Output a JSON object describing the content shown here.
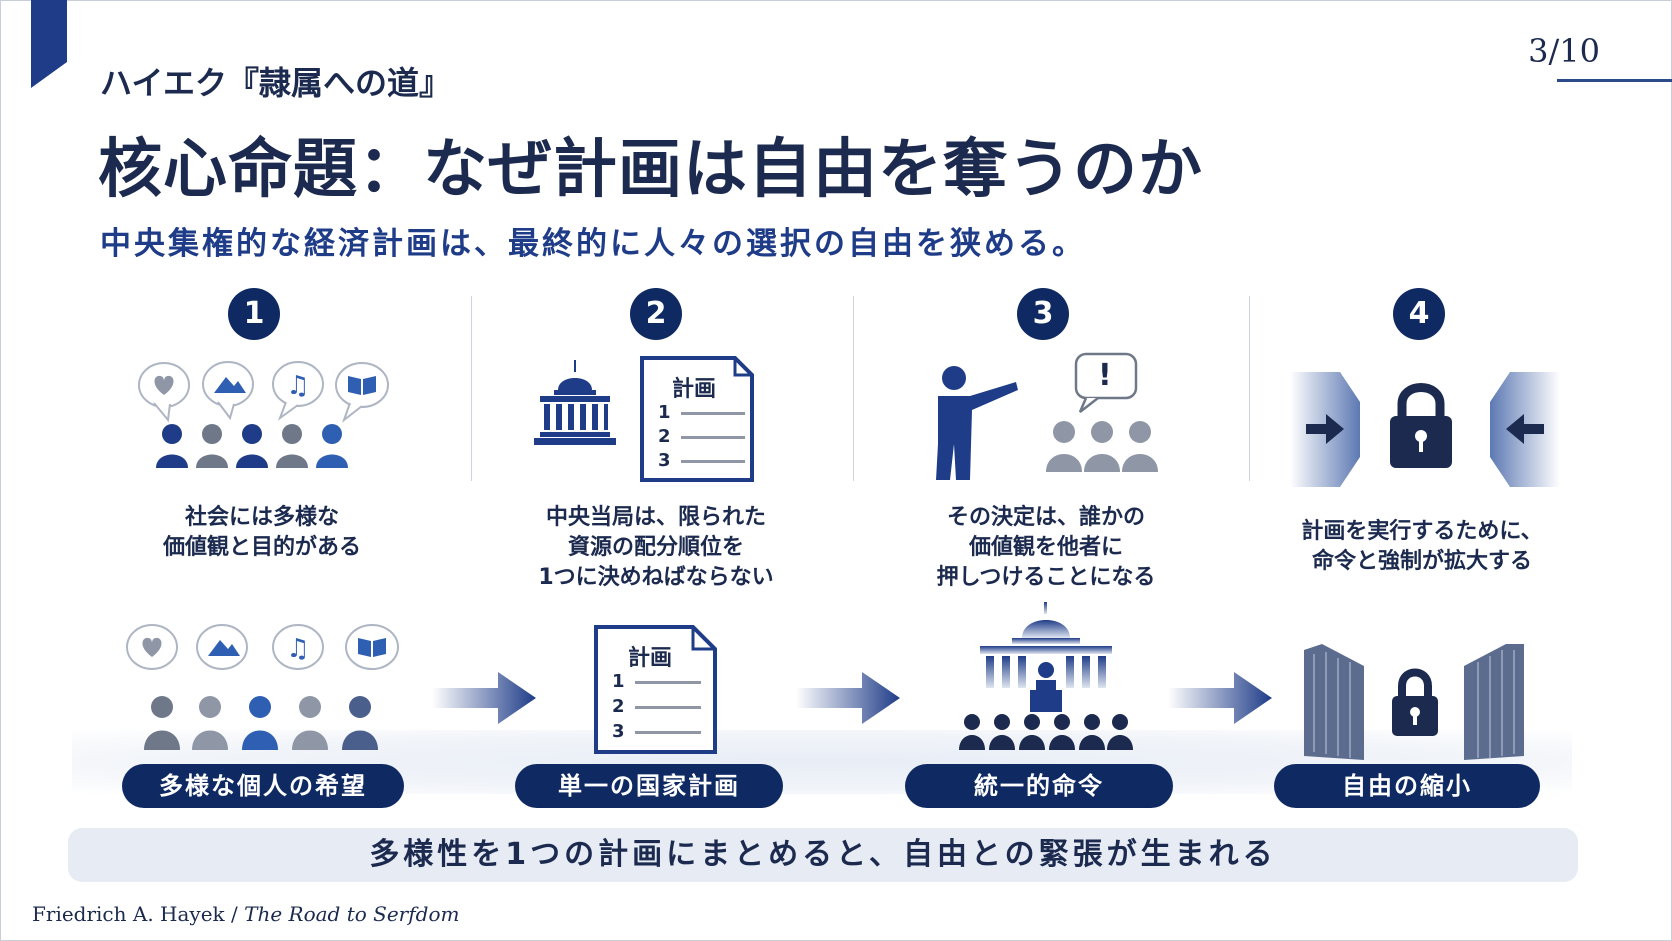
{
  "header": {
    "page_number": "3/10",
    "kicker": "ハイエク『隷属への道』",
    "title": "核心命題：なぜ計画は自由を奪うのか",
    "subtitle": "中央集権的な経済計画は、最終的に人々の選択の自由を狭める。"
  },
  "steps": [
    {
      "number": "1",
      "lines": [
        "社会には多様な",
        "価値観と目的がある"
      ]
    },
    {
      "number": "2",
      "lines": [
        "中央当局は、限られた",
        "資源の配分順位を",
        "1つに決めねばならない"
      ],
      "doc_title": "計画",
      "doc_items": [
        "1",
        "2",
        "3"
      ]
    },
    {
      "number": "3",
      "lines": [
        "その決定は、誰かの",
        "価値観を他者に",
        "押しつけることになる"
      ],
      "bubble_mark": "!"
    },
    {
      "number": "4",
      "lines": [
        "計画を実行するために、",
        "命令と強制が拡大する"
      ]
    }
  ],
  "flow": [
    {
      "label": "多様な個人の希望"
    },
    {
      "label": "単一の国家計画",
      "doc_title": "計画",
      "doc_items": [
        "1",
        "2",
        "3"
      ]
    },
    {
      "label": "統一的命令"
    },
    {
      "label": "自由の縮小"
    }
  ],
  "conclusion": "多様性を1つの計画にまとめると、自由との緊張が生まれる",
  "credit": {
    "author": "Friedrich A. Hayek / ",
    "work": "The Road to Serfdom"
  },
  "icons": [
    "heart-icon",
    "mountain-icon",
    "music-icon",
    "book-icon",
    "person-icon",
    "capitol-icon",
    "document-icon",
    "pointing-person-icon",
    "exclamation-icon",
    "lock-icon",
    "wall-icon",
    "arrow-right-icon"
  ],
  "colors": {
    "navy": "#0f2a63",
    "blue": "#1f3c88",
    "accent": "#2f5fb3",
    "gray": "#7d8596",
    "band": "#e6ebf4"
  }
}
